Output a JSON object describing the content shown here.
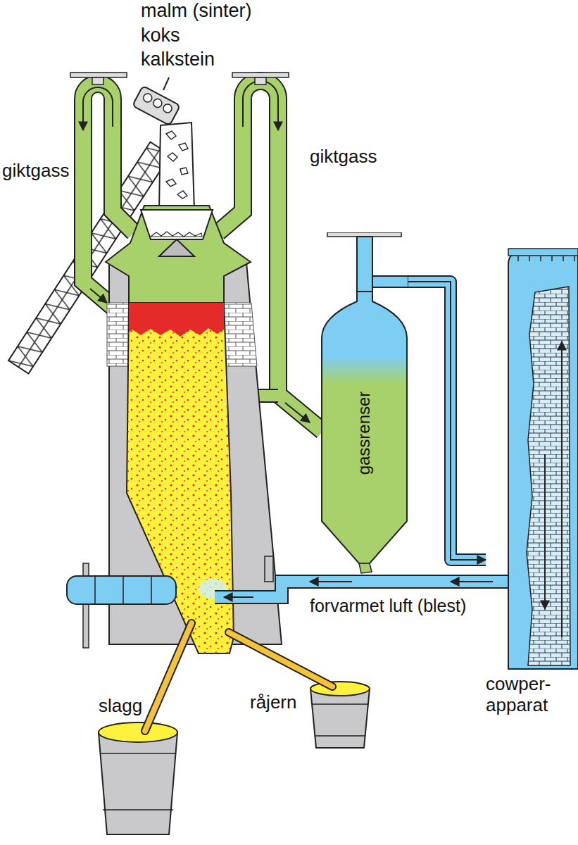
{
  "diagram": {
    "nodes": [
      {
        "text": [
          "gassrenser"
        ]
      },
      {
        "text": [
          "cowper-apparat"
        ]
      }
    ],
    "edges": [
      {
        "from": 0,
        "to": 1,
        "arrow": "to"
      }
    ],
    "labels": [
      "malm (sinter)",
      "koks",
      "kalkstein",
      "giktgass",
      "giktgass",
      "forvarmet luft (blest)",
      "slagg",
      "råjern"
    ]
  }
}
